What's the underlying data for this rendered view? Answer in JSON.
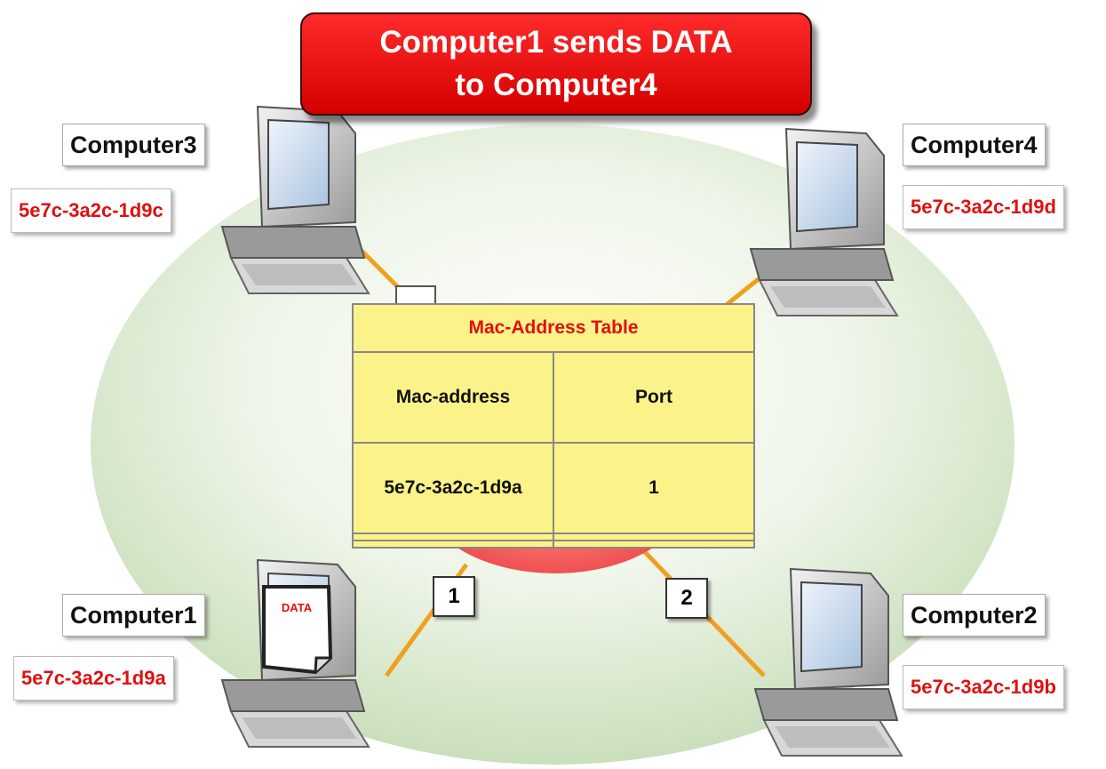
{
  "title": {
    "line1": "Computer1 sends DATA",
    "line2": "to Computer4"
  },
  "computers": [
    {
      "name": "Computer3",
      "mac": "5e7c-3a2c-1d9c"
    },
    {
      "name": "Computer4",
      "mac": "5e7c-3a2c-1d9d"
    },
    {
      "name": "Computer1",
      "mac": "5e7c-3a2c-1d9a"
    },
    {
      "name": "Computer2",
      "mac": "5e7c-3a2c-1d9b"
    }
  ],
  "ports": [
    "1",
    "2"
  ],
  "document_label": "DATA",
  "mac_table": {
    "title": "Mac-Address Table",
    "headers": [
      "Mac-address",
      "Port"
    ],
    "rows": [
      [
        "5e7c-3a2c-1d9a",
        "1"
      ],
      [
        "",
        ""
      ],
      [
        "",
        ""
      ]
    ]
  },
  "colors": {
    "title_red": "#e00000",
    "mac_red": "#e01010",
    "table_yellow": "#fbf38a",
    "cable_orange": "#f0a020",
    "switch_red": "#f06060",
    "disc_green": "#cfe6c0"
  }
}
